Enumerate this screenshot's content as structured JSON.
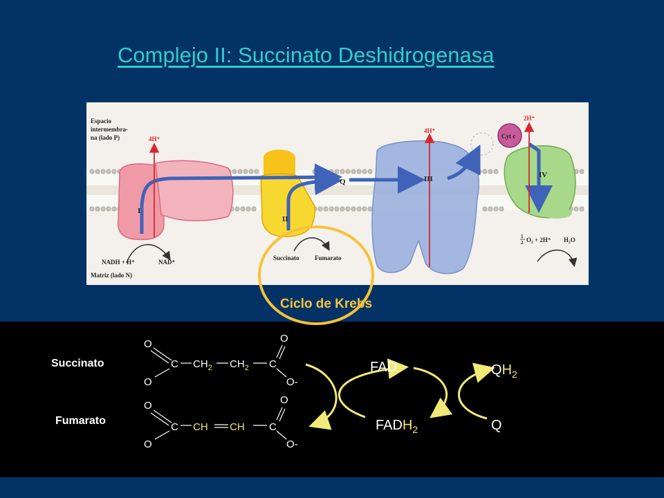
{
  "title": "Complejo II: Succinato Deshidrogenasa",
  "figure": {
    "space_label_lines": [
      "Espacio",
      "intermembra-",
      "na (lado P)"
    ],
    "matrix_label": "Matriz (lado N)",
    "complex_labels": [
      "I",
      "II",
      "Q",
      "III",
      "IV"
    ],
    "cyt_c": "Cyt c",
    "proton_labels": [
      "4H⁺",
      "4H⁺",
      "2H⁺"
    ],
    "nadh": "NADH + H⁺",
    "nad": "NAD⁺",
    "succinato": "Succinato",
    "fumarato": "Fumarato",
    "oxygen_frac_num": "1",
    "oxygen_frac_den": "2",
    "oxygen_rest": "O₂ + 2H⁺",
    "water": "H₂O"
  },
  "krebs_label": "Ciclo de Krebs",
  "reaction": {
    "succinato_label": "Succinato",
    "fumarato_label": "Fumarato",
    "succ": {
      "o_top_left": "O",
      "o_top_right": "O",
      "c1": "C",
      "ch2a": "CH",
      "ch2b": "CH",
      "sub2": "2",
      "c2": "C",
      "o_bottom_left": "O",
      "o_minus": "O-"
    },
    "fum": {
      "o_top_left": "O",
      "o_top_right": "O",
      "c1": "C",
      "ch_a": "CH",
      "ch_b": "CH",
      "c2": "C",
      "o_bottom_left": "O",
      "o_minus": "O-"
    },
    "fad": "FAD",
    "fadh2_base": "FAD",
    "fadh2_h": "H",
    "fadh2_sub": "2",
    "qh2_base": "Q",
    "qh2_h": "H",
    "qh2_sub": "2",
    "q": "Q"
  },
  "colors": {
    "background": "#033366",
    "title": "#33cccc",
    "accent_yellow": "#f6c23a",
    "formula_yellow": "#f2ea78",
    "complex1": "#f09aa8",
    "complex2": "#f7d21a",
    "complex3": "#9db3df",
    "complex4": "#a8d88a",
    "cyt_c": "#c85b9a"
  }
}
